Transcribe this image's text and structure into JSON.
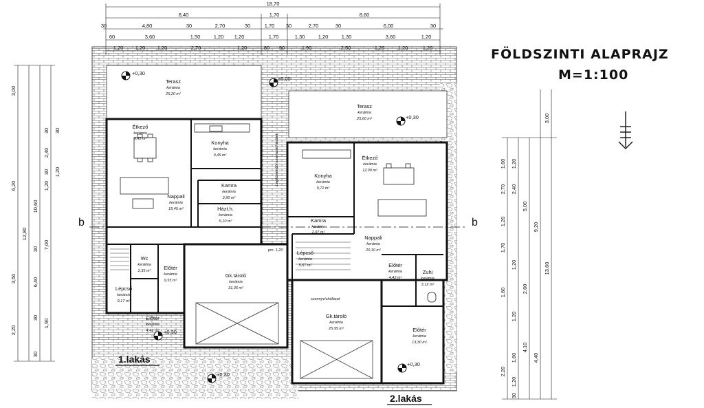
{
  "title": "FÖLDSZINTI ALAPRAJZ",
  "scale": "M=1:100",
  "section_mark": "b",
  "north_icon": "north-arrow-icon",
  "rooms": [
    {
      "name": "Terasz",
      "mat": "kerámia",
      "area": "25,20 m²"
    },
    {
      "name": "Étkező",
      "mat": "kerámia",
      "area": "9,45 m²"
    },
    {
      "name": "Konyha",
      "mat": "kerámia",
      "area": "9,45 m²"
    },
    {
      "name": "Kamra",
      "mat": "kerámia",
      "area": "3,90 m²"
    },
    {
      "name": "Házt.h.",
      "mat": "kerámia",
      "area": "5,10 m²"
    },
    {
      "name": "Nappali",
      "mat": "kerámia",
      "area": "15,45 m²"
    },
    {
      "name": "Wc",
      "mat": "kerámia",
      "area": "2,35 m²"
    },
    {
      "name": "Előtér",
      "mat": "kerámia",
      "area": "9,55 m²"
    },
    {
      "name": "Lépcső",
      "mat": "kerámia",
      "area": "9,17 m²"
    },
    {
      "name": "Gk.tároló",
      "mat": "kerámia",
      "area": "31,35 m²"
    },
    {
      "name": "Előtér",
      "mat": "kerámia",
      "area": "4,41 m²"
    },
    {
      "name": "Terasz",
      "mat": "kerámia",
      "area": "25,60 m²"
    },
    {
      "name": "Konyha",
      "mat": "kerámia",
      "area": "9,72 m²"
    },
    {
      "name": "Étkező",
      "mat": "kerámia",
      "area": "12,00 m²"
    },
    {
      "name": "Kamra",
      "mat": "kerámia",
      "area": "2,97 m²"
    },
    {
      "name": "Nappali",
      "mat": "kerámia",
      "area": "20,10 m²"
    },
    {
      "name": "Lépcső",
      "mat": "kerámia",
      "area": "5,57 m²"
    },
    {
      "name": "Előtér",
      "mat": "kerámia",
      "area": "4,42 m²"
    },
    {
      "name": "Zuhi",
      "mat": "kerámia",
      "area": "3,12 m²"
    },
    {
      "name": "Gk.tároló",
      "mat": "kerámia",
      "area": "25,95 m²"
    },
    {
      "name": "Előtér",
      "mat": "kerámia",
      "area": "13,30 m²"
    }
  ],
  "units": [
    "1.lakás",
    "2.lakás"
  ],
  "levels": [
    "+0,30",
    "±0,00",
    "+0,30",
    "+0,30",
    "+0,30",
    "+0,30"
  ],
  "dims": {
    "top_total": "18,70",
    "top_row2": [
      "8,40",
      "1,70",
      "8,60"
    ],
    "top_row3": [
      "30",
      "4,80",
      "30",
      "2,70",
      "30",
      "1,70",
      "30",
      "2,70",
      "30",
      "6,00",
      "30"
    ],
    "top_row4": [
      "60",
      "3,60",
      "1,50",
      "1,20",
      "1,20",
      "1,70",
      "1,30",
      "1,20",
      "1,30",
      "3,60",
      "1,20"
    ],
    "top_row5": [
      "1,20",
      "1,20",
      "1,20",
      "2,70",
      "1,20",
      "80",
      "90",
      "1,90",
      "2,50",
      "1,20",
      "1,20",
      "1,20"
    ],
    "left_total": "12,80",
    "left_a": [
      "3,00",
      "6,20",
      "3,50",
      "2,20"
    ],
    "left_b": [
      "10,60",
      "6,40",
      "7,00"
    ],
    "left_c": [
      "30",
      "2,40",
      "30",
      "1,20",
      "1,20",
      "30",
      "30",
      "1,90",
      "30",
      "30"
    ],
    "right_total": "13,60",
    "right_a": [
      "3,00",
      "9,20",
      "4,40"
    ],
    "right_b": [
      "5,00",
      "2,60",
      "4,10"
    ],
    "right_c": [
      "1,60",
      "1,20",
      "2,70",
      "2,40",
      "1,20",
      "1,70",
      "1,20",
      "1,60",
      "1,20",
      "2,20",
      "1,60",
      "1,20",
      "30"
    ]
  },
  "annot": [
    "Legközelebbi szomszéd épület",
    "szennyvízhálózat",
    "pm. 1,20"
  ]
}
